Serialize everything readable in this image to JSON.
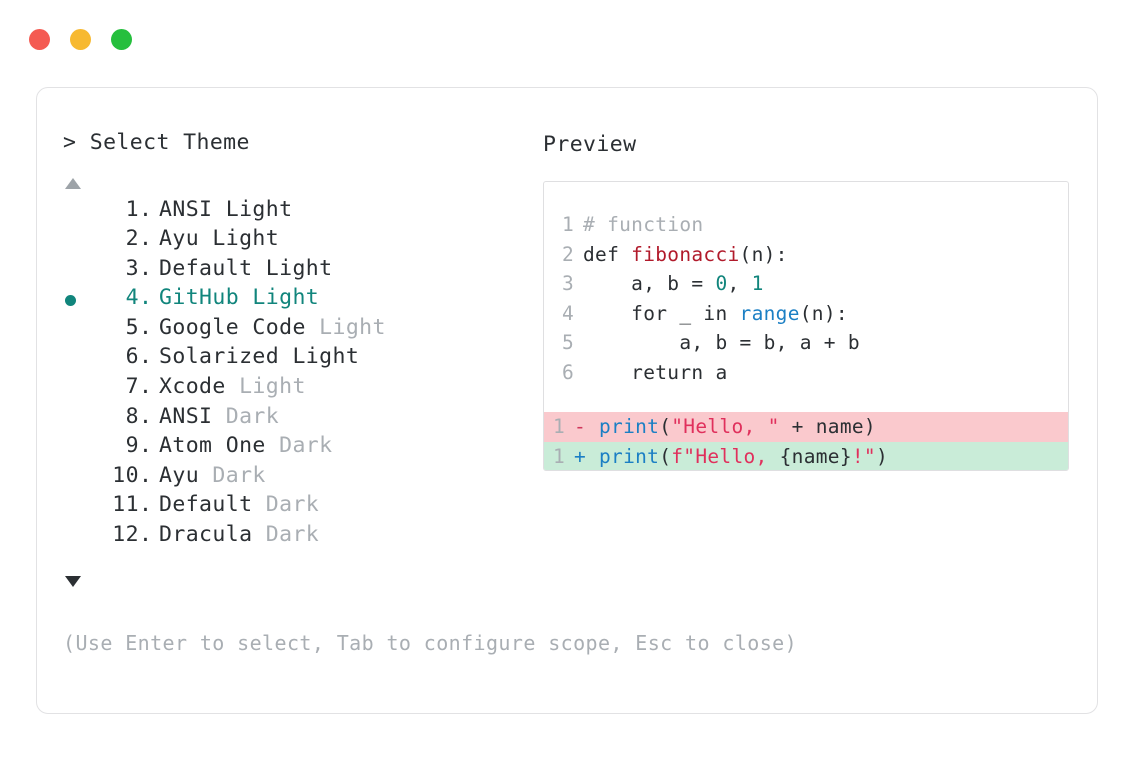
{
  "window": {
    "traffic_lights": [
      {
        "name": "close-button",
        "color": "#f45a52"
      },
      {
        "name": "minimize-button",
        "color": "#f7b930"
      },
      {
        "name": "maximize-button",
        "color": "#25bf3d"
      }
    ]
  },
  "colors": {
    "accent_teal": "#11857c",
    "text": "#2b2f33",
    "muted": "#a9aeb3",
    "border": "#e2e2e4",
    "diff_remove_bg": "#fac9cd",
    "diff_add_bg": "#c9ecd8",
    "string": "#e0305c",
    "function": "#b11a2b",
    "builtin": "#1b7fc4"
  },
  "selector": {
    "prompt_caret": ">",
    "prompt_label": "Select Theme",
    "scroll_up_icon": "triangle-up-icon",
    "scroll_down_icon": "triangle-down-icon",
    "selected_index": 4,
    "items": [
      {
        "index": "1",
        "dot": ".",
        "name": "ANSI",
        "variant": "Light",
        "variant_dim": false,
        "selected": false
      },
      {
        "index": "2",
        "dot": ".",
        "name": "Ayu",
        "variant": "Light",
        "variant_dim": false,
        "selected": false
      },
      {
        "index": "3",
        "dot": ".",
        "name": "Default",
        "variant": "Light",
        "variant_dim": false,
        "selected": false
      },
      {
        "index": "4",
        "dot": ".",
        "name": "GitHub",
        "variant": "Light",
        "variant_dim": false,
        "selected": true
      },
      {
        "index": "5",
        "dot": ".",
        "name": "Google Code",
        "variant": "Light",
        "variant_dim": true,
        "selected": false
      },
      {
        "index": "6",
        "dot": ".",
        "name": "Solarized",
        "variant": "Light",
        "variant_dim": false,
        "selected": false
      },
      {
        "index": "7",
        "dot": ".",
        "name": "Xcode",
        "variant": "Light",
        "variant_dim": true,
        "selected": false
      },
      {
        "index": "8",
        "dot": ".",
        "name": "ANSI",
        "variant": "Dark",
        "variant_dim": true,
        "selected": false
      },
      {
        "index": "9",
        "dot": ".",
        "name": "Atom One",
        "variant": "Dark",
        "variant_dim": true,
        "selected": false
      },
      {
        "index": "10",
        "dot": ".",
        "name": "Ayu",
        "variant": "Dark",
        "variant_dim": true,
        "selected": false
      },
      {
        "index": "11",
        "dot": ".",
        "name": "Default",
        "variant": "Dark",
        "variant_dim": true,
        "selected": false
      },
      {
        "index": "12",
        "dot": ".",
        "name": "Dracula",
        "variant": "Dark",
        "variant_dim": true,
        "selected": false
      }
    ]
  },
  "hint": "(Use Enter to select, Tab to configure scope, Esc to close)",
  "preview": {
    "label": "Preview",
    "code_lines": [
      {
        "ln": "1",
        "tokens": [
          {
            "t": "# function",
            "c": "tok-comment"
          }
        ]
      },
      {
        "ln": "2",
        "tokens": [
          {
            "t": "def ",
            "c": "tok-kw"
          },
          {
            "t": "fibonacci",
            "c": "tok-fn"
          },
          {
            "t": "(n):",
            "c": "tok-punct"
          }
        ]
      },
      {
        "ln": "3",
        "tokens": [
          {
            "t": "    a, b = ",
            "c": "tok-plain"
          },
          {
            "t": "0",
            "c": "tok-num"
          },
          {
            "t": ", ",
            "c": "tok-plain"
          },
          {
            "t": "1",
            "c": "tok-num"
          }
        ]
      },
      {
        "ln": "4",
        "tokens": [
          {
            "t": "    for _ in ",
            "c": "tok-plain"
          },
          {
            "t": "range",
            "c": "tok-builtin"
          },
          {
            "t": "(n):",
            "c": "tok-punct"
          }
        ]
      },
      {
        "ln": "5",
        "tokens": [
          {
            "t": "        a, b = b, a + b",
            "c": "tok-plain"
          }
        ]
      },
      {
        "ln": "6",
        "tokens": [
          {
            "t": "    return a",
            "c": "tok-plain"
          }
        ]
      }
    ],
    "diff_lines": [
      {
        "ln": "1",
        "sign": "-",
        "kind": "minus",
        "tokens": [
          {
            "t": "print",
            "c": "tok-builtin"
          },
          {
            "t": "(",
            "c": "tok-punct"
          },
          {
            "t": "\"Hello, \"",
            "c": "tok-str"
          },
          {
            "t": " + name",
            "c": "tok-plain"
          },
          {
            "t": ")",
            "c": "tok-punct"
          }
        ]
      },
      {
        "ln": "1",
        "sign": "+",
        "kind": "plus",
        "tokens": [
          {
            "t": "print",
            "c": "tok-builtin"
          },
          {
            "t": "(",
            "c": "tok-punct"
          },
          {
            "t": "f\"Hello, ",
            "c": "tok-str"
          },
          {
            "t": "{name}",
            "c": "tok-plain"
          },
          {
            "t": "!\"",
            "c": "tok-str"
          },
          {
            "t": ")",
            "c": "tok-punct"
          }
        ]
      }
    ]
  }
}
